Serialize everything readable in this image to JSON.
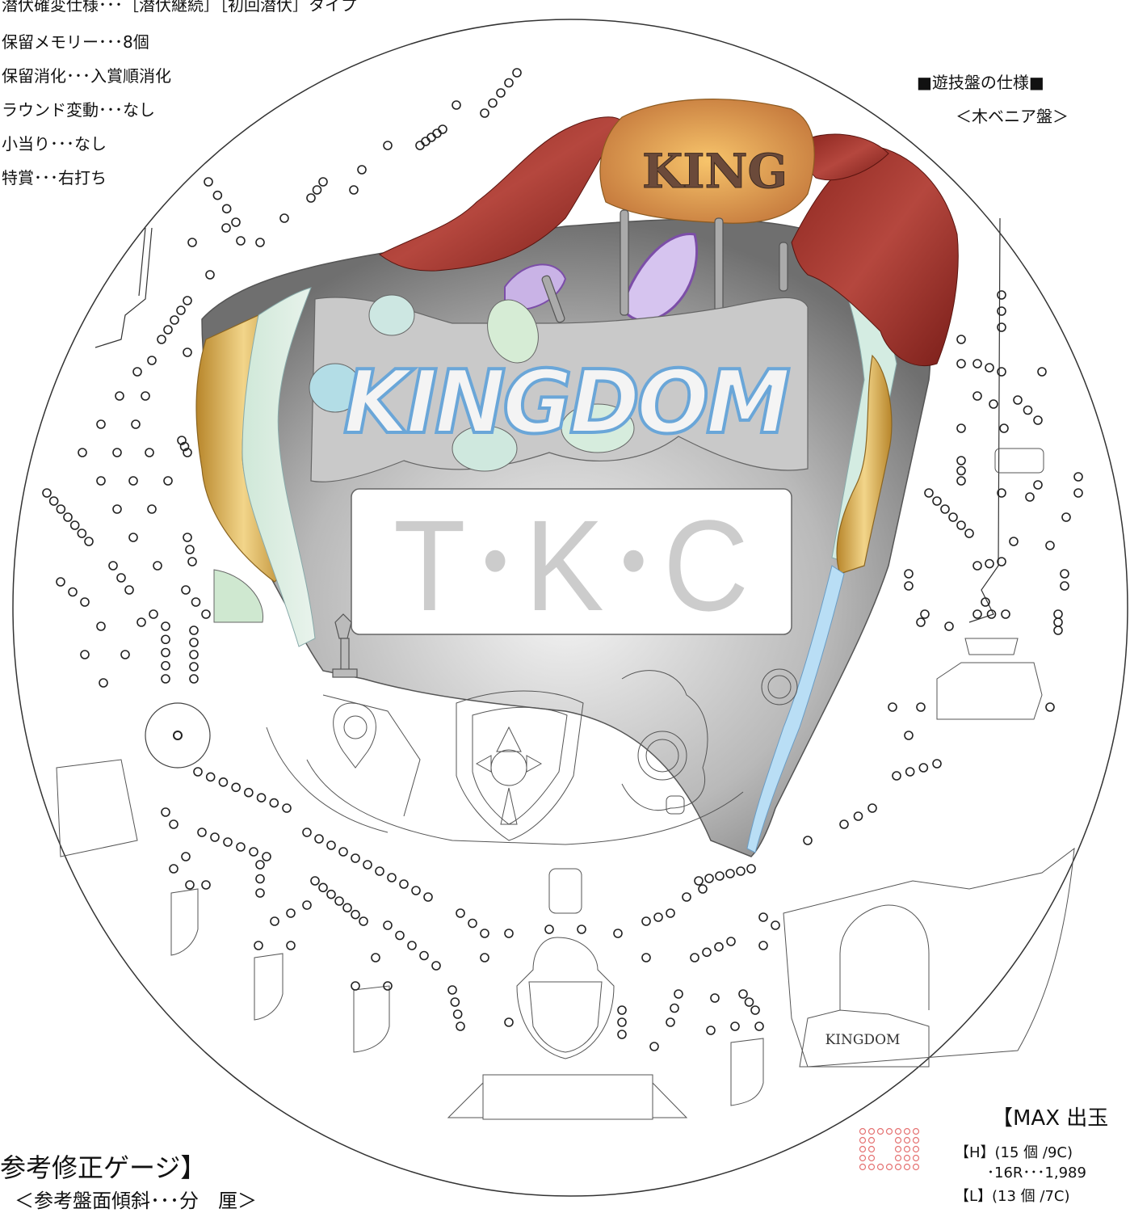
{
  "spec_lines": [
    "潜伏確変仕様･･･［潜伏継続］［初回潜伏］タイプ",
    "保留メモリー･･･8個",
    "保留消化･･･入賞順消化",
    "ラウンド変動･･･なし",
    "小当り･･･なし",
    "特賞･･･右打ち"
  ],
  "board_spec": {
    "title": "■遊技盤の仕様■",
    "subtitle": "＜木ベニア盤＞"
  },
  "display": {
    "top_logo": "KING",
    "main_logo": "KINGDOM",
    "lcd_text": "T･K･C",
    "stage_label": "KINGDOM"
  },
  "gauge": {
    "title": "参考修正ゲージ】",
    "subtitle": "＜参考盤面傾斜･･･分　厘＞"
  },
  "max_payout": {
    "title": "【MAX 出玉",
    "h_label": "【H】(15 個 /9C)",
    "h_line": "･16R･･･1,989",
    "l_label": "【L】(13 個 /7C)"
  },
  "colors": {
    "board_outline": "#333333",
    "crimson_wing": "#9b2e26",
    "gold_rail": "#d4a94a",
    "purple_accent": "#b48fd6",
    "lcd_text": "#c8c8c8",
    "nail_dots_red": "#e57373"
  }
}
